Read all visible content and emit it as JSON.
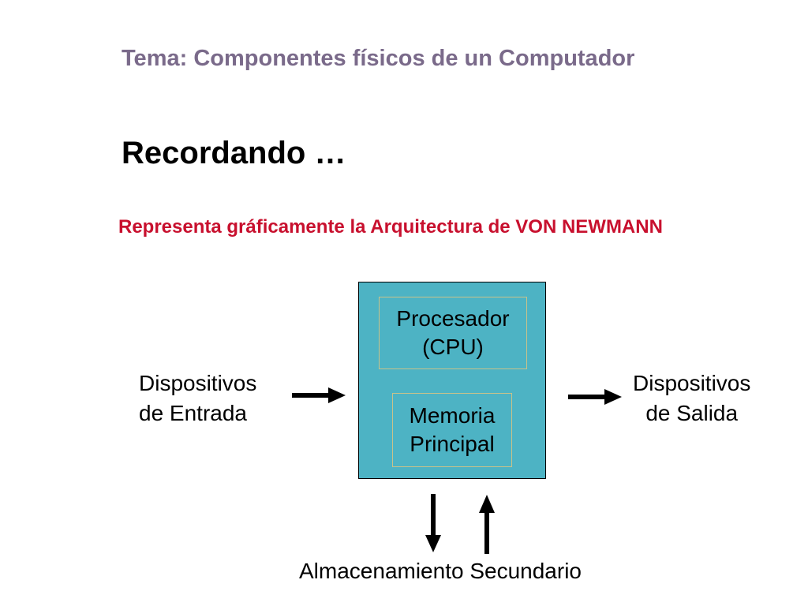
{
  "slide": {
    "tema": "Tema: Componentes físicos de un Computador",
    "recordando": "Recordando …",
    "instruccion": "Representa gráficamente la Arquitectura de VON NEWMANN"
  },
  "diagram": {
    "procesador_line1": "Procesador",
    "procesador_line2": "(CPU)",
    "memoria_line1": "Memoria",
    "memoria_line2": "Principal",
    "entrada_line1": "Dispositivos",
    "entrada_line2": "de Entrada",
    "salida_line1": "Dispositivos",
    "salida_line2": "de Salida",
    "almacenamiento": "Almacenamiento Secundario"
  },
  "colors": {
    "tema": "#7a6a8a",
    "instruccion": "#c8102e",
    "main_box": "#4db3c4",
    "inner_border": "#c9c28a"
  }
}
